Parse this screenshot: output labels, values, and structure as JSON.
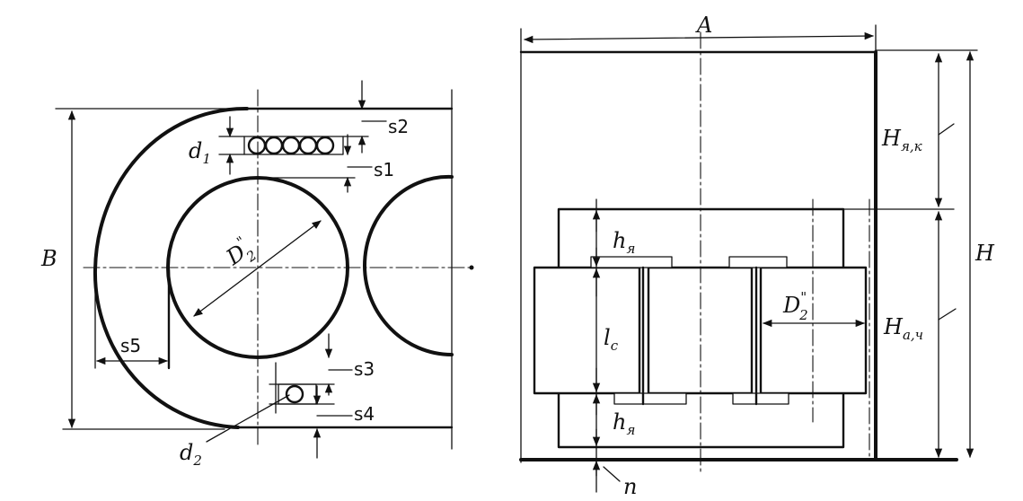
{
  "left_view": {
    "dim_b": "B",
    "s1": "s1",
    "s2": "s2",
    "s3": "s3",
    "s4": "s4",
    "s5": "s5",
    "d1_main": "d",
    "d1_sub": "1",
    "d2_main": "d",
    "d2_sub": "2",
    "D2_main": "D",
    "D2_sub": "2",
    "D2_sup": "\""
  },
  "right_view": {
    "dim_a": "A",
    "dim_h": "H",
    "h_yk_main": "H",
    "h_yk_sub": "я,к",
    "h_ac_main": "H",
    "h_ac_sub": "a,ч",
    "hy_top_main": "h",
    "hy_top_sub": "я",
    "hy_bot_main": "h",
    "hy_bot_sub": "я",
    "lc_main": "l",
    "lc_sub": "c",
    "D2_main": "D",
    "D2_sub": "2",
    "D2_sup": "\"",
    "n": "п"
  }
}
